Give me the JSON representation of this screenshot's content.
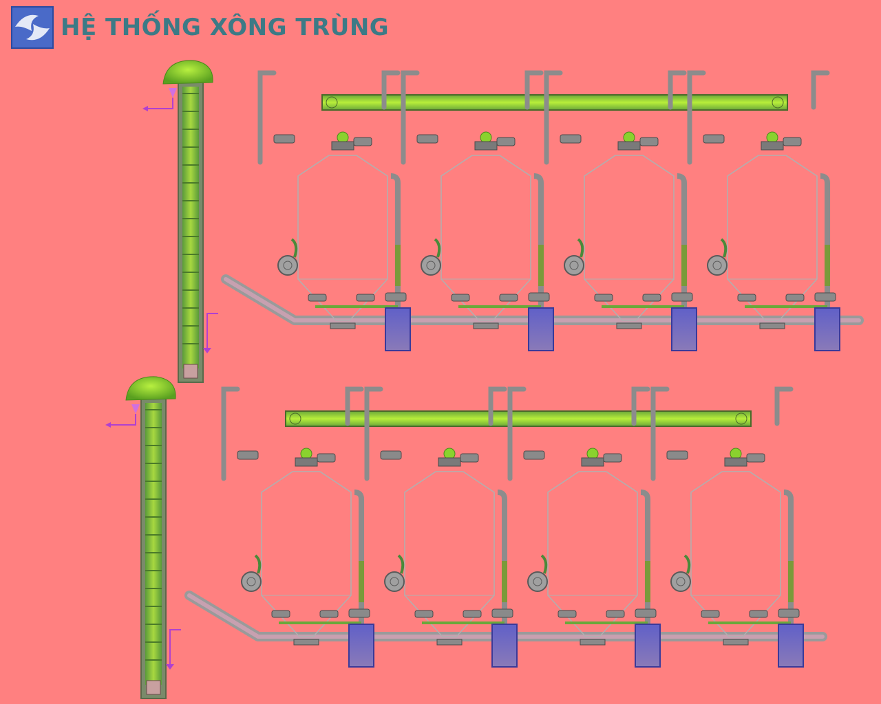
{
  "title": "HỆ THỐNG XÔNG TRÙNG",
  "logo_icon": "company-logo-icon",
  "colors": {
    "background": "#ff8080",
    "pipe": "#8c8c8c",
    "conveyor": "#8ad22e",
    "tank_outline": "#b0b0b0",
    "pump_box": "#6a6ad0",
    "title": "#3c7a86",
    "arrow": "#b040d0"
  },
  "lines": [
    {
      "id": "line-1",
      "tank_count": 4,
      "has_elevator": true,
      "has_conveyor": true
    },
    {
      "id": "line-2",
      "tank_count": 4,
      "has_elevator": true,
      "has_conveyor": true
    }
  ]
}
